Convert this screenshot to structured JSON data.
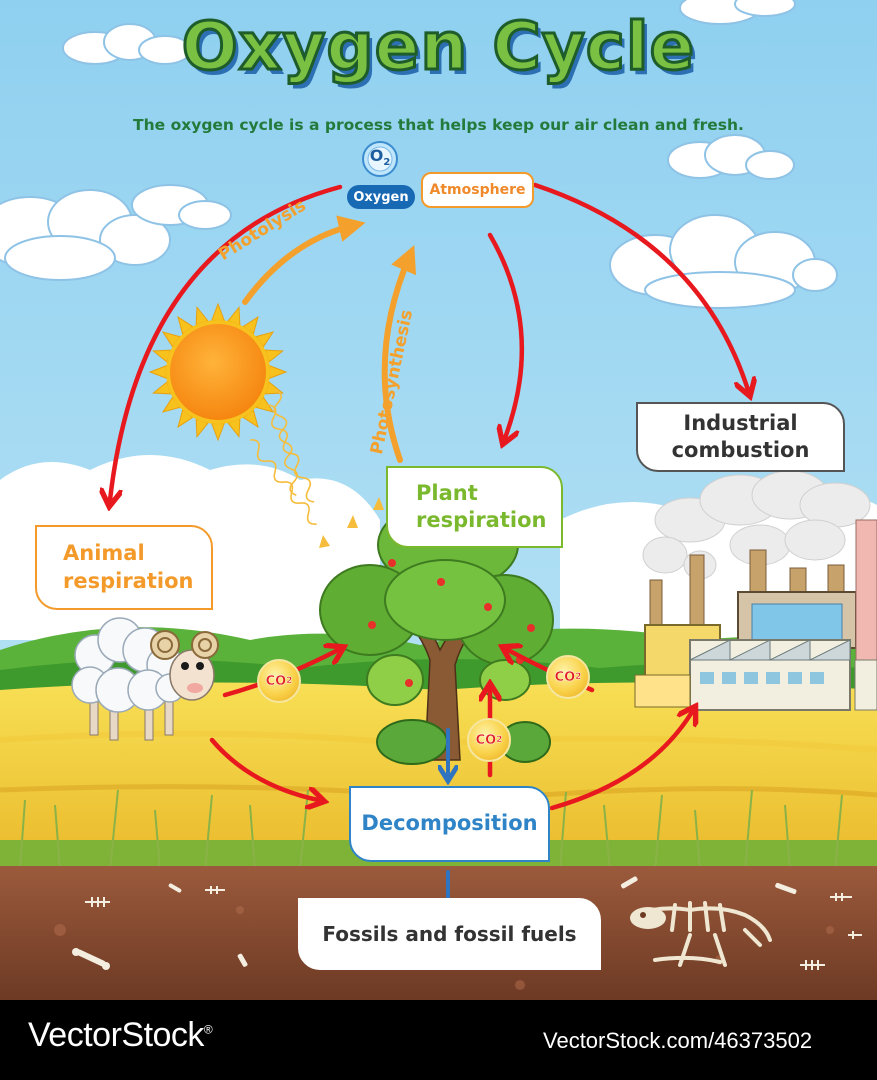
{
  "title": "Oxygen Cycle",
  "subtitle": "The oxygen cycle is a process that helps keep our air clean and fresh.",
  "o2_symbol": "O",
  "o2_subscript": "2",
  "labels": {
    "oxygen": "Oxygen",
    "atmosphere": "Atmosphere",
    "photolysis": "Photolysis",
    "photosynthesis": "Photosynthesis",
    "industrial_line1": "Industrial",
    "industrial_line2": "combustion",
    "plant_line1": "Plant",
    "plant_line2": "respiration",
    "animal_line1": "Animal",
    "animal_line2": "respiration",
    "decomposition": "Decomposition",
    "fossils": "Fossils and fossil fuels"
  },
  "co2": {
    "symbol": "CO",
    "subscript": "2"
  },
  "watermark": {
    "brand": "VectorStock",
    "reg": "®",
    "url": "VectorStock.com/46373502"
  },
  "colors": {
    "red_arrow": "#e8191e",
    "orange_arrow": "#f4a02c",
    "blue_arrow": "#2f74c0",
    "sky": "#9fd8f2",
    "title_green": "#79c043",
    "subtitle_green": "#237a3a",
    "animal_orange": "#f39a2a",
    "plant_green": "#7ab82d",
    "decomp_blue": "#2e84c6"
  },
  "icons": [
    "sun-icon",
    "cloud-icon",
    "tree-icon",
    "sheep-icon",
    "factory-icon",
    "bone-icon",
    "fish-skeleton-icon",
    "dinosaur-fossil-icon",
    "light-ray-icon"
  ]
}
